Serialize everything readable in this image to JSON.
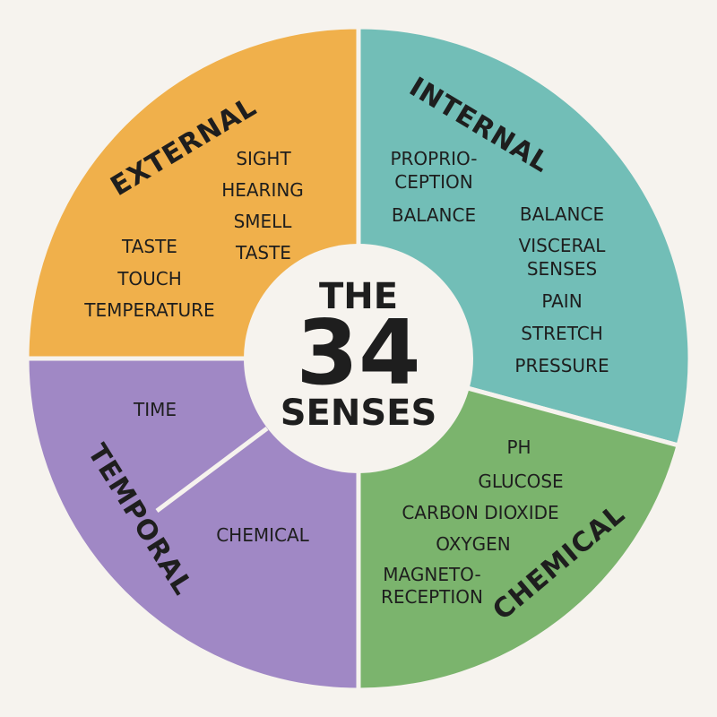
{
  "title": {
    "line1": "THE",
    "number": "34",
    "line2": "SENSES"
  },
  "colors": {
    "external": "#F0B04B",
    "internal": "#72BEB7",
    "chemical": "#7BB46D",
    "temporal": "#A088C5",
    "background": "#F6F3EE",
    "center": "#F6F3EE"
  },
  "segments": {
    "external": {
      "label": "EXTERNAL",
      "items": [
        "SIGHT",
        "HEARING",
        "SMELL",
        "TASTE",
        "TASTE",
        "TOUCH",
        "TEMPERATURE"
      ]
    },
    "internal": {
      "label": "INTERNAL",
      "items": [
        "PROPRIO-",
        "CEPTION",
        "BALANCE",
        "BALANCE",
        "VISCERAL",
        "SENSES",
        "PAIN",
        "STRETCH",
        "PRESSURE"
      ]
    },
    "chemical": {
      "label": "CHEMICAL",
      "items": [
        "PH",
        "GLUCOSE",
        "CARBON DIOXIDE",
        "OXYGEN",
        "MAGNETO-",
        "RECEPTION"
      ]
    },
    "temporal": {
      "label": "TEMPORAL",
      "items": [
        "TIME",
        "CHEMICAL"
      ]
    }
  }
}
